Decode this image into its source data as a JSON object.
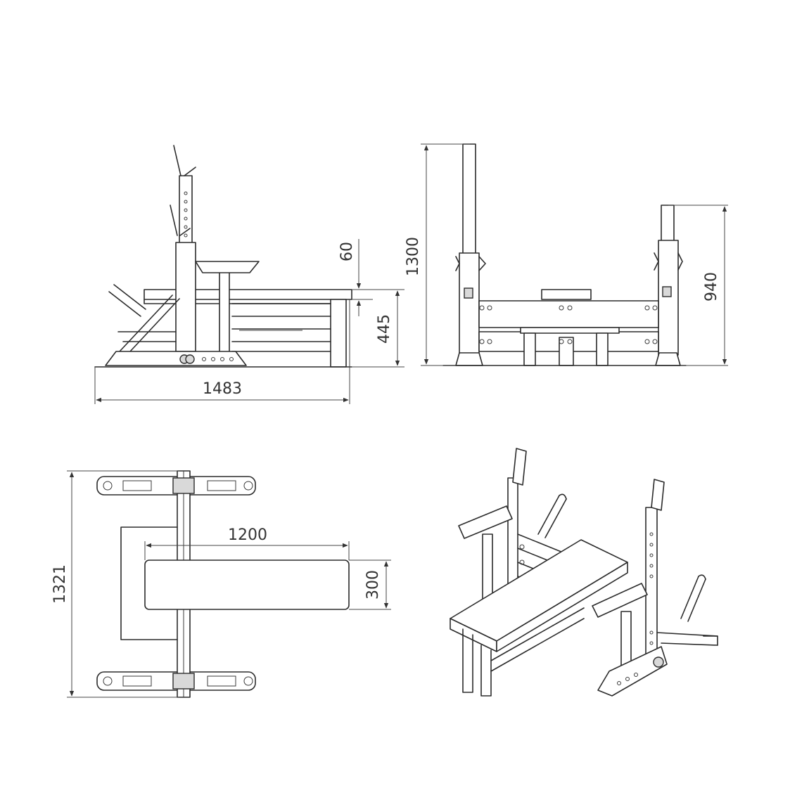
{
  "dimensions": {
    "side_length": "1483",
    "side_seat_offset": "60",
    "side_seat_height": "445",
    "front_upright_height": "1300",
    "front_rack_height": "940",
    "top_pad_length": "1200",
    "top_pad_width": "300",
    "top_total_depth": "1321"
  }
}
